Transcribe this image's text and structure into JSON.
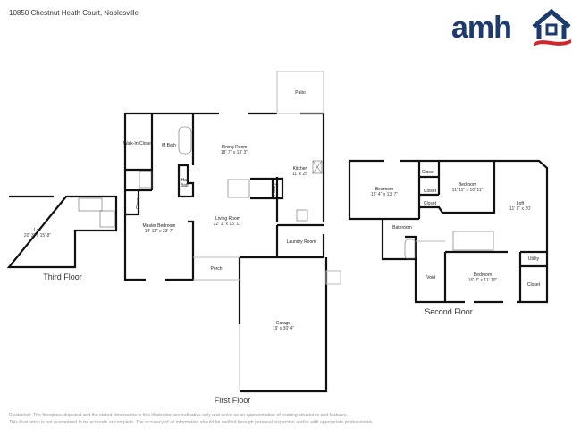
{
  "header": {
    "address": "10850 Chestnut Heath Court, Noblesville",
    "logo_text": "amh",
    "brand_colors": {
      "primary": "#1e3b6e",
      "accent": "#d0262f"
    }
  },
  "floors": [
    {
      "name": "Third Floor",
      "rooms": [
        {
          "name": "Loft",
          "dims": "20' 3\" x 15' 8\""
        }
      ]
    },
    {
      "name": "First Floor",
      "rooms": [
        {
          "name": "Patio",
          "dims": ""
        },
        {
          "name": "Walk-In Closet",
          "dims": ""
        },
        {
          "name": "M.Bath",
          "dims": ""
        },
        {
          "name": "Dining Room",
          "dims": "18' 7\" x 13' 3\""
        },
        {
          "name": "Kitchen",
          "dims": "11' x 25'"
        },
        {
          "name": "Half Bath",
          "dims": ""
        },
        {
          "name": "Pantry",
          "dims": ""
        },
        {
          "name": "Closet",
          "dims": ""
        },
        {
          "name": "Master Bedroom",
          "dims": "14' 11\" x 23' 7\""
        },
        {
          "name": "Living Room",
          "dims": "22' 1\" x 16' 11\""
        },
        {
          "name": "Laundry Room",
          "dims": ""
        },
        {
          "name": "Porch",
          "dims": ""
        },
        {
          "name": "Garage",
          "dims": "19' x 30' 4\""
        }
      ]
    },
    {
      "name": "Second Floor",
      "rooms": [
        {
          "name": "Bedroom",
          "dims": "15' 4\" x 13' 7\""
        },
        {
          "name": "Closet",
          "dims": ""
        },
        {
          "name": "Closet",
          "dims": ""
        },
        {
          "name": "Closet",
          "dims": ""
        },
        {
          "name": "Bedroom",
          "dims": "11' 11\" x 10' 11\""
        },
        {
          "name": "Loft",
          "dims": "11' 6\" x 20'"
        },
        {
          "name": "Bathroom",
          "dims": ""
        },
        {
          "name": "Utility",
          "dims": ""
        },
        {
          "name": "Void",
          "dims": ""
        },
        {
          "name": "Bedroom",
          "dims": "16' 8\" x 11' 10\""
        },
        {
          "name": "Closet",
          "dims": ""
        }
      ]
    }
  ],
  "disclaimer": {
    "line1": "Disclaimer: The floorplans depicted and the stated dimensions in this illustration are indicative only and serve as an approximation of existing structures and features.",
    "line2": "This illustration is not guaranteed to be accurate or complete. The accuracy of all information should be verified through personal inspection and/or with appropriate professionals."
  }
}
